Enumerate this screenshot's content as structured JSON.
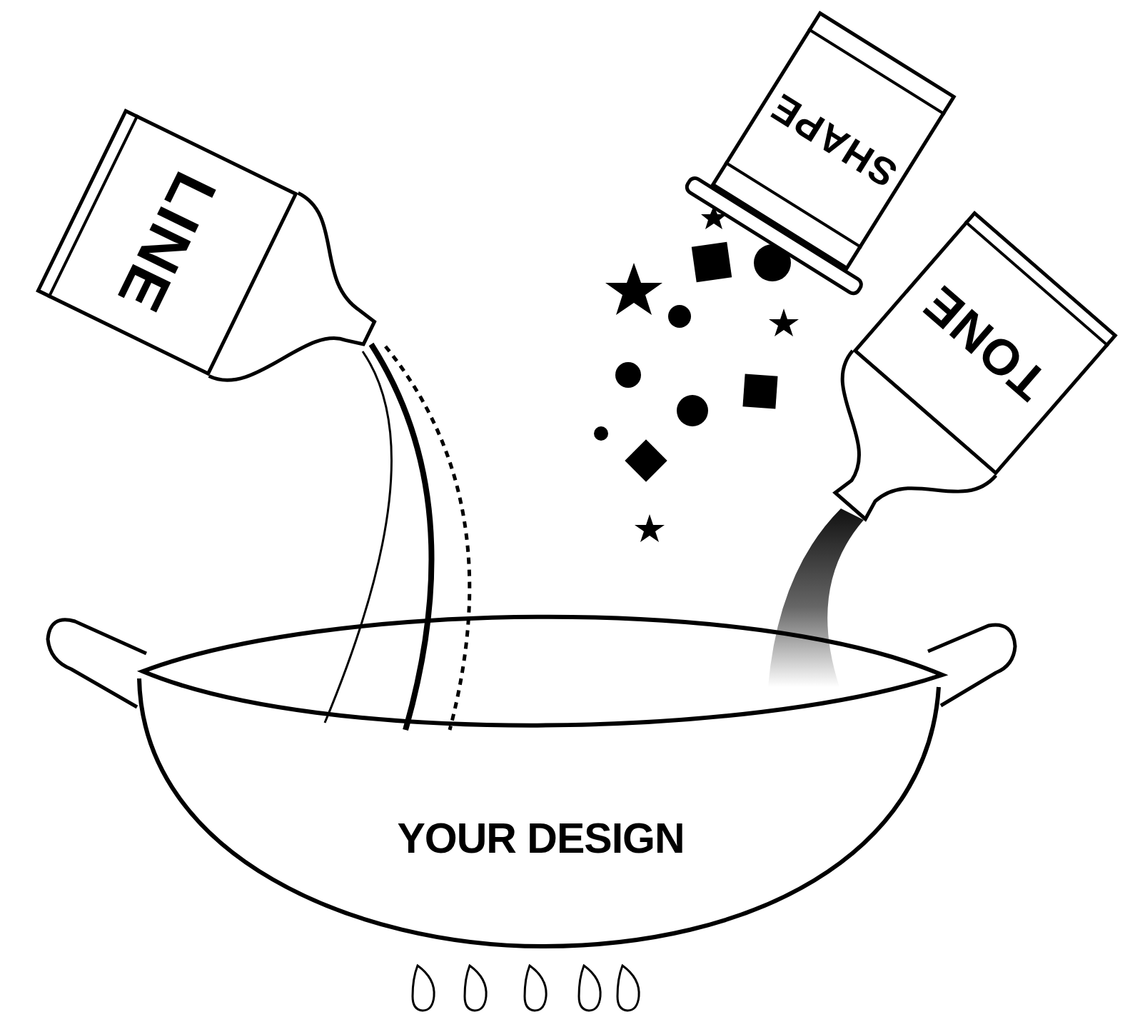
{
  "diagram": {
    "nodes": [
      {
        "text": [
          "LINE"
        ]
      },
      {
        "text": [
          "SHAPE"
        ]
      },
      {
        "text": [
          "TONE"
        ]
      },
      {
        "text": [
          "YOUR DESIGN"
        ]
      }
    ]
  }
}
